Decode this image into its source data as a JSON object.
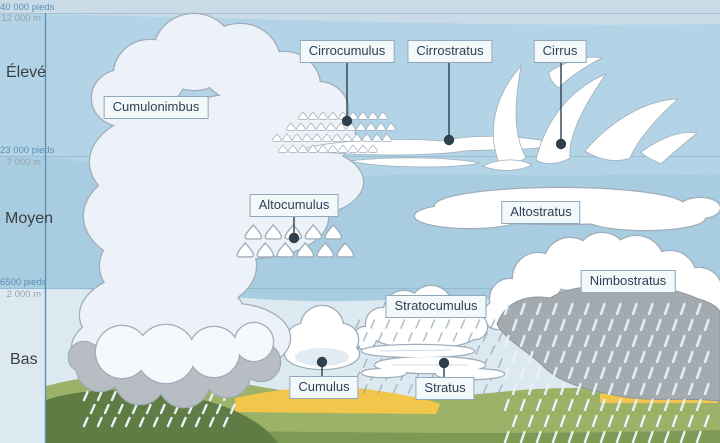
{
  "diagram": {
    "type": "cloud-types-altitude-diagram",
    "language": "fr"
  },
  "axis": {
    "altitude_markers": [
      {
        "feet": "40 000 pieds",
        "meters": "12 000 m"
      },
      {
        "feet": "23 000 pieds",
        "meters": "7 000 m"
      },
      {
        "feet": "6500 pieds",
        "meters": "2 000 m"
      }
    ],
    "level_labels": [
      {
        "label": "Élevé"
      },
      {
        "label": "Moyen"
      },
      {
        "label": "Bas"
      }
    ]
  },
  "clouds": {
    "cumulonimbus": "Cumulonimbus",
    "cirrocumulus": "Cirrocumulus",
    "cirrostratus": "Cirrostratus",
    "cirrus": "Cirrus",
    "altocumulus": "Altocumulus",
    "altostratus": "Altostratus",
    "nimbostratus": "Nimbostratus",
    "stratocumulus": "Stratocumulus",
    "cumulus": "Cumulus",
    "stratus": "Stratus"
  },
  "colors": {
    "sky_top": "#c9dbe6",
    "sky_high": "#b2d4e6",
    "sky_mid": "#a9cde0",
    "sky_low": "#dde9f0",
    "axis_line": "#5c92b8",
    "altitude_text": "#5b8fb5",
    "meters_text": "#97a2aa",
    "level_text": "#3a3f42",
    "label_bg": "#f3f8fb",
    "label_border": "#91a7ba",
    "label_text": "#2f4156",
    "marker_dot": "#2e3f4d",
    "cloud_white": "#ffffff",
    "cloud_body": "#ecf2f8",
    "cloud_outline": "#a0aebb",
    "cloud_gray": "#b7bdc3",
    "nimbo_gray": "#a3aab0",
    "hill_light": "#9db269",
    "hill_mid": "#7d9a55",
    "hill_dark": "#5e7c44",
    "field_yellow": "#f2c64b",
    "rain_white": "#e9f1f6",
    "drizzle_gray": "#8ea6b8"
  }
}
